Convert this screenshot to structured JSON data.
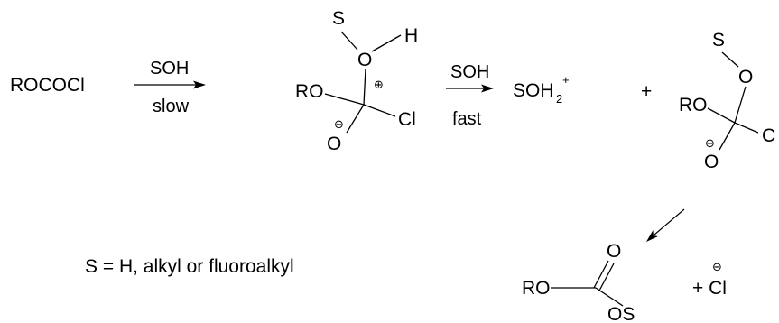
{
  "reactant": "ROCOCl",
  "step1": {
    "reagent": "SOH",
    "condition": "slow"
  },
  "intermediate": {
    "top_substituent": "S",
    "oxygen": "O",
    "hydrogen": "H",
    "ester_group": "RO",
    "chlorine": "Cl",
    "alkoxide_oxygen": "O",
    "positive_charge": "⊕",
    "negative_charge": "⊖"
  },
  "step2": {
    "reagent": "SOH",
    "condition": "fast"
  },
  "byproduct": {
    "base": "SOH",
    "subscript": "2",
    "superscript": "+"
  },
  "plus_sign": "+",
  "tetrahedral": {
    "top_substituent": "S",
    "oxygen": "O",
    "ester_group": "RO",
    "chlorine": "C",
    "alkoxide_oxygen": "O",
    "negative_charge": "⊖"
  },
  "product": {
    "ester_group": "RO",
    "carbonyl_oxygen": "O",
    "ether_group": "OS",
    "chloride_prefix": "+ Cl",
    "chloride_charge": "⊖"
  },
  "definition": "S = H, alkyl or fluoroalkyl"
}
